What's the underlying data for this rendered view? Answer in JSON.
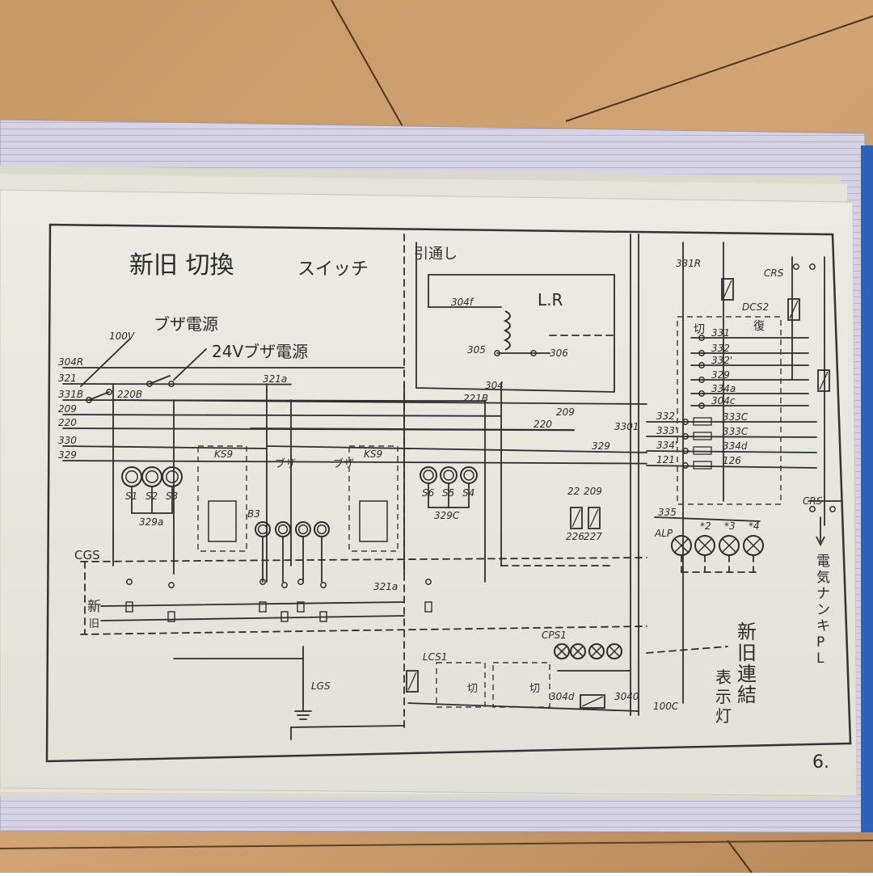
{
  "title_main": "新旧 切換",
  "title_sub": "スイッチ",
  "label_100v": "100V",
  "label_100v_buzzer": "ブザ電源",
  "label_24v_buzzer": "24Vブザ電源",
  "label_tsushi": "引通し",
  "label_lr": "L.R",
  "label_304f": "304f",
  "label_305": "305",
  "label_306": "306",
  "label_304": "304",
  "label_221b": "221B",
  "label_209a": "209",
  "label_220a": "220",
  "label_3301": "3301",
  "label_329b": "329",
  "wires_left": [
    "304R",
    "321",
    "331B",
    "209",
    "220",
    "330",
    "329"
  ],
  "label_220b": "220B",
  "label_321a": "321a",
  "label_321a2": "321a",
  "lamps_left": [
    "S1",
    "S2",
    "S3"
  ],
  "label_329a": "329a",
  "lamps_mid": [
    "S6",
    "S5",
    "S4"
  ],
  "label_329c": "329C",
  "label_ks9a": "KS9",
  "label_ks9b": "KS9",
  "label_buzzer_a": "ブザ",
  "label_buzzer_b": "ブザ",
  "label_b3": "B3",
  "label_cgs": "CGS",
  "label_shin": "新",
  "label_kyu": "旧",
  "label_lgs": "LGS",
  "label_lcs1": "LCS1",
  "label_kirikae_a": "切",
  "label_kirikae_b": "切",
  "label_304d": "304d",
  "label_3040": "3040",
  "label_100c": "100C",
  "label_cps1": "CPS1",
  "label_226": "226",
  "label_227": "227",
  "label_22": "22",
  "label_209c": "209",
  "label_3311": "331R",
  "label_crs_top": "CRS",
  "label_dcs2": "DCS2",
  "label_fuku": "復",
  "label_kiri": "切",
  "right_wires": [
    "331",
    "332",
    "332'",
    "329",
    "334a",
    "304c"
  ],
  "right_wires_lower": [
    {
      "l": "332",
      "r": "333C"
    },
    {
      "l": "333'",
      "r": "333C"
    },
    {
      "l": "334'",
      "r": "334d"
    },
    {
      "l": "121",
      "r": "126"
    }
  ],
  "label_335": "335",
  "label_alp": "ALP",
  "alp_nums": [
    "*2",
    "*3",
    "*4"
  ],
  "label_crs_bottom": "CRS",
  "label_pl": "電気ナンキPL",
  "label_shinkyu_renketsu": "新旧連結",
  "label_hyojito": "表示灯",
  "page_number": "6."
}
